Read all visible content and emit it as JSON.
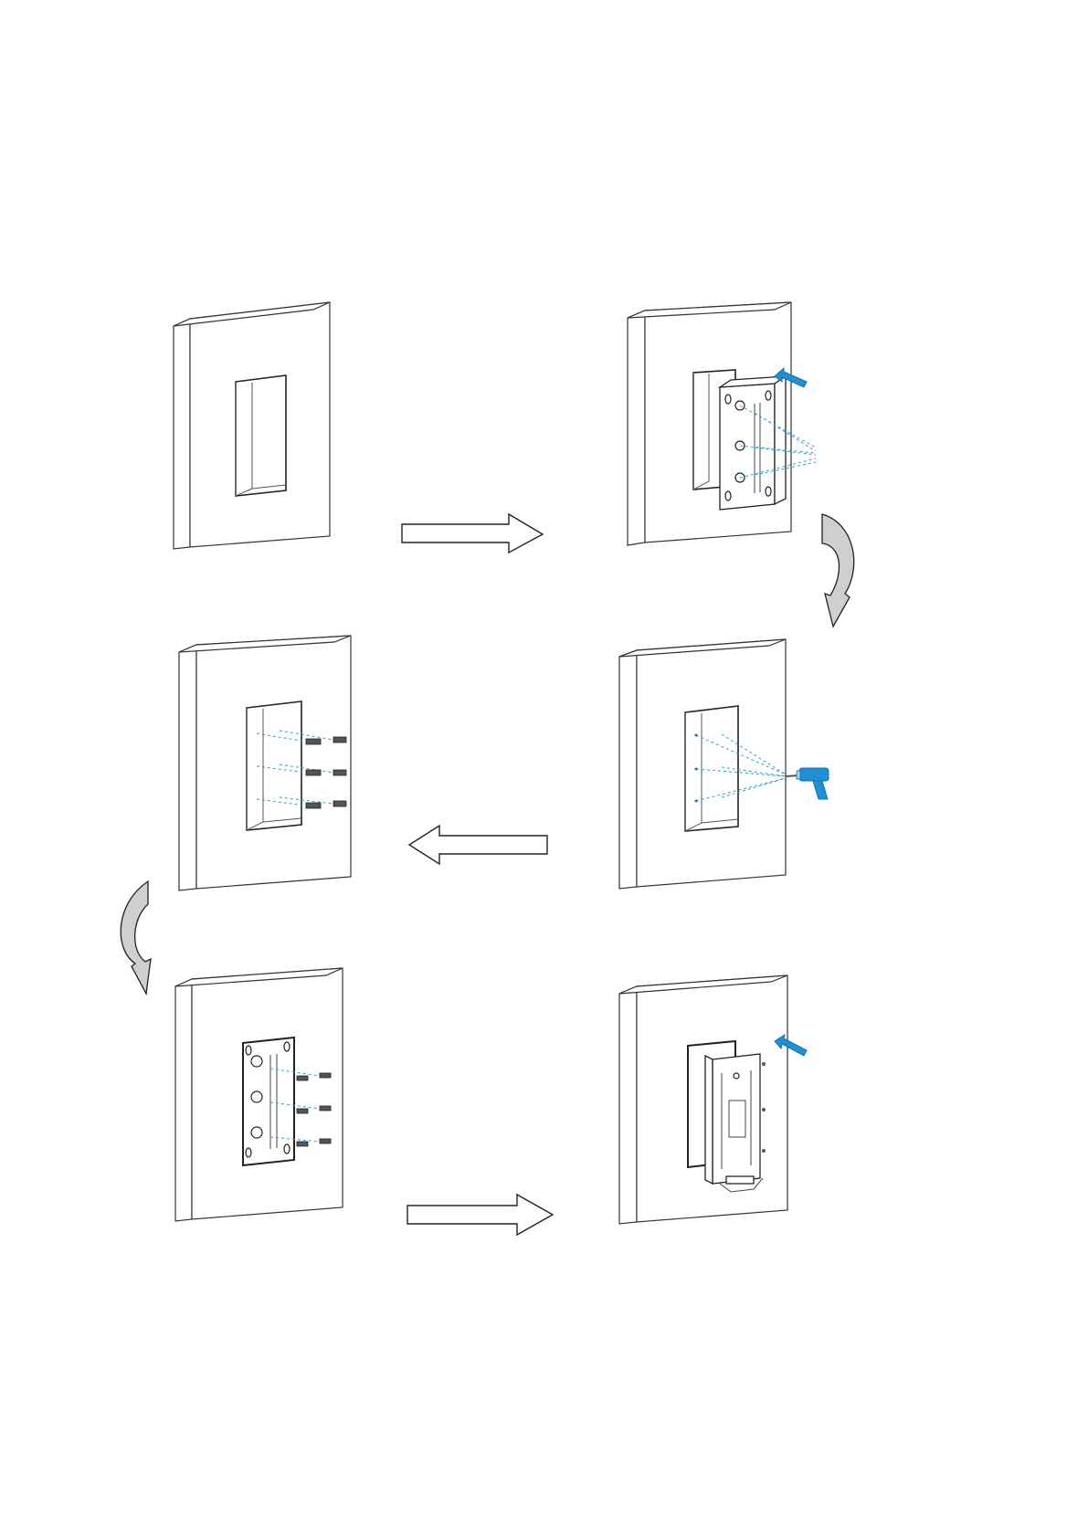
{
  "diagram": {
    "steps": [
      {
        "id": 1,
        "scene": "wall-with-recess"
      },
      {
        "id": 2,
        "scene": "insert-back-box",
        "accent_icon": "push-arrow-icon"
      },
      {
        "id": 3,
        "scene": "drill-holes",
        "accent_icon": "drill-icon"
      },
      {
        "id": 4,
        "scene": "insert-wall-anchors"
      },
      {
        "id": 5,
        "scene": "fasten-back-box-with-screws"
      },
      {
        "id": 6,
        "scene": "mount-bracket",
        "accent_icon": "push-arrow-icon"
      }
    ],
    "colors": {
      "line": "#222222",
      "accent": "#1e90d6",
      "turn_arrow_fill": "#cfcfcf",
      "background": "#ffffff"
    }
  }
}
